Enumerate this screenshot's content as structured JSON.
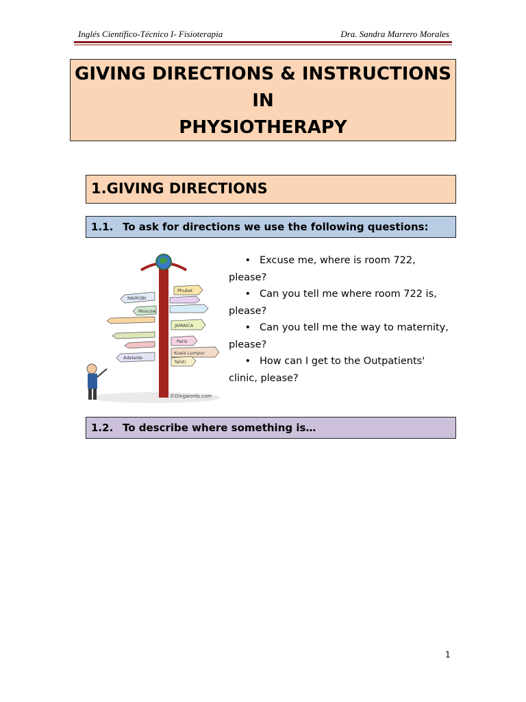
{
  "header": {
    "left_text": "Inglés Científico-Técnico I- Fisioterapia",
    "right_text": "Dra. Sandra Marrero Morales"
  },
  "title": {
    "lines": [
      "GIVING DIRECTIONS & INSTRUCTIONS",
      "IN",
      "PHYSIOTHERAPY"
    ]
  },
  "section1": {
    "heading": "1.GIVING DIRECTIONS",
    "sub1": {
      "number": "1.1.",
      "text": "To ask for directions we use the following questions:"
    },
    "questions": [
      "Excuse me, where is room 722, please?",
      "Can you tell me where room 722 is, please?",
      "Can you tell me the way to maternity, please?",
      "How can I get to the Outpatients' clinic, please?"
    ],
    "sub2": {
      "number": "1.2.",
      "text": "To describe where something is…"
    }
  },
  "illustration": {
    "signs": [
      "NAIROBI",
      "Phuket",
      "Moscow",
      "JAMAICA",
      "Paris",
      "Adelaide",
      "Kuala Lumpur",
      "Tahiti"
    ],
    "credit": "©Dingwords.com"
  },
  "page_number": "1",
  "colors": {
    "title_fill": "#fbd5b5",
    "sub1_fill": "#b8cce4",
    "sub2_fill": "#ccc0da",
    "header_rule": "#8b1a1a"
  }
}
